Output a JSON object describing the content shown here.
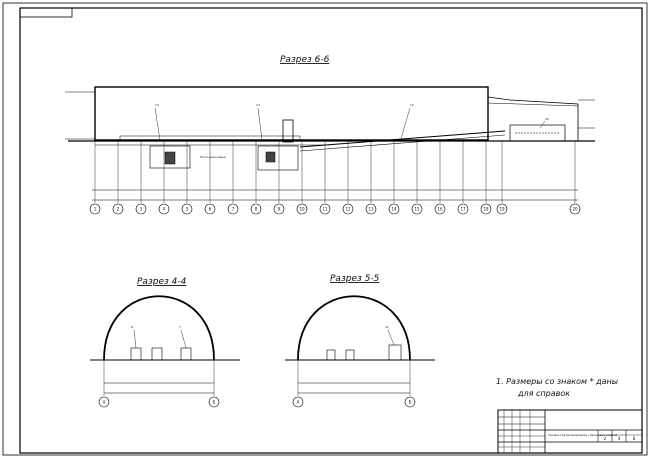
{
  "sections": {
    "main": {
      "title": "Разрез 6-6",
      "callouts": [
        "12",
        "13",
        "14",
        "15"
      ],
      "label_text": "Пути рельсовые",
      "axis_labels": [
        "1",
        "2",
        "3",
        "4",
        "5",
        "6",
        "7",
        "8",
        "9",
        "10",
        "11",
        "12",
        "13",
        "14",
        "15",
        "16",
        "17",
        "18",
        "19",
        "20"
      ]
    },
    "s44": {
      "title": "Разрез 4-4",
      "callouts": [
        "6",
        "7"
      ],
      "axis_labels": [
        "А",
        "Б"
      ]
    },
    "s55": {
      "title": "Разрез 5-5",
      "callouts": [
        "11"
      ],
      "axis_labels": [
        "А",
        "Б"
      ]
    }
  },
  "notes": {
    "line1": "1. Размеры со знаком * даны",
    "line2": "для справок"
  },
  "title_block": {
    "description": "Тоннель под бетонирование стержневых изделий",
    "stage": "2",
    "sheet": "4",
    "sheets": "8"
  }
}
